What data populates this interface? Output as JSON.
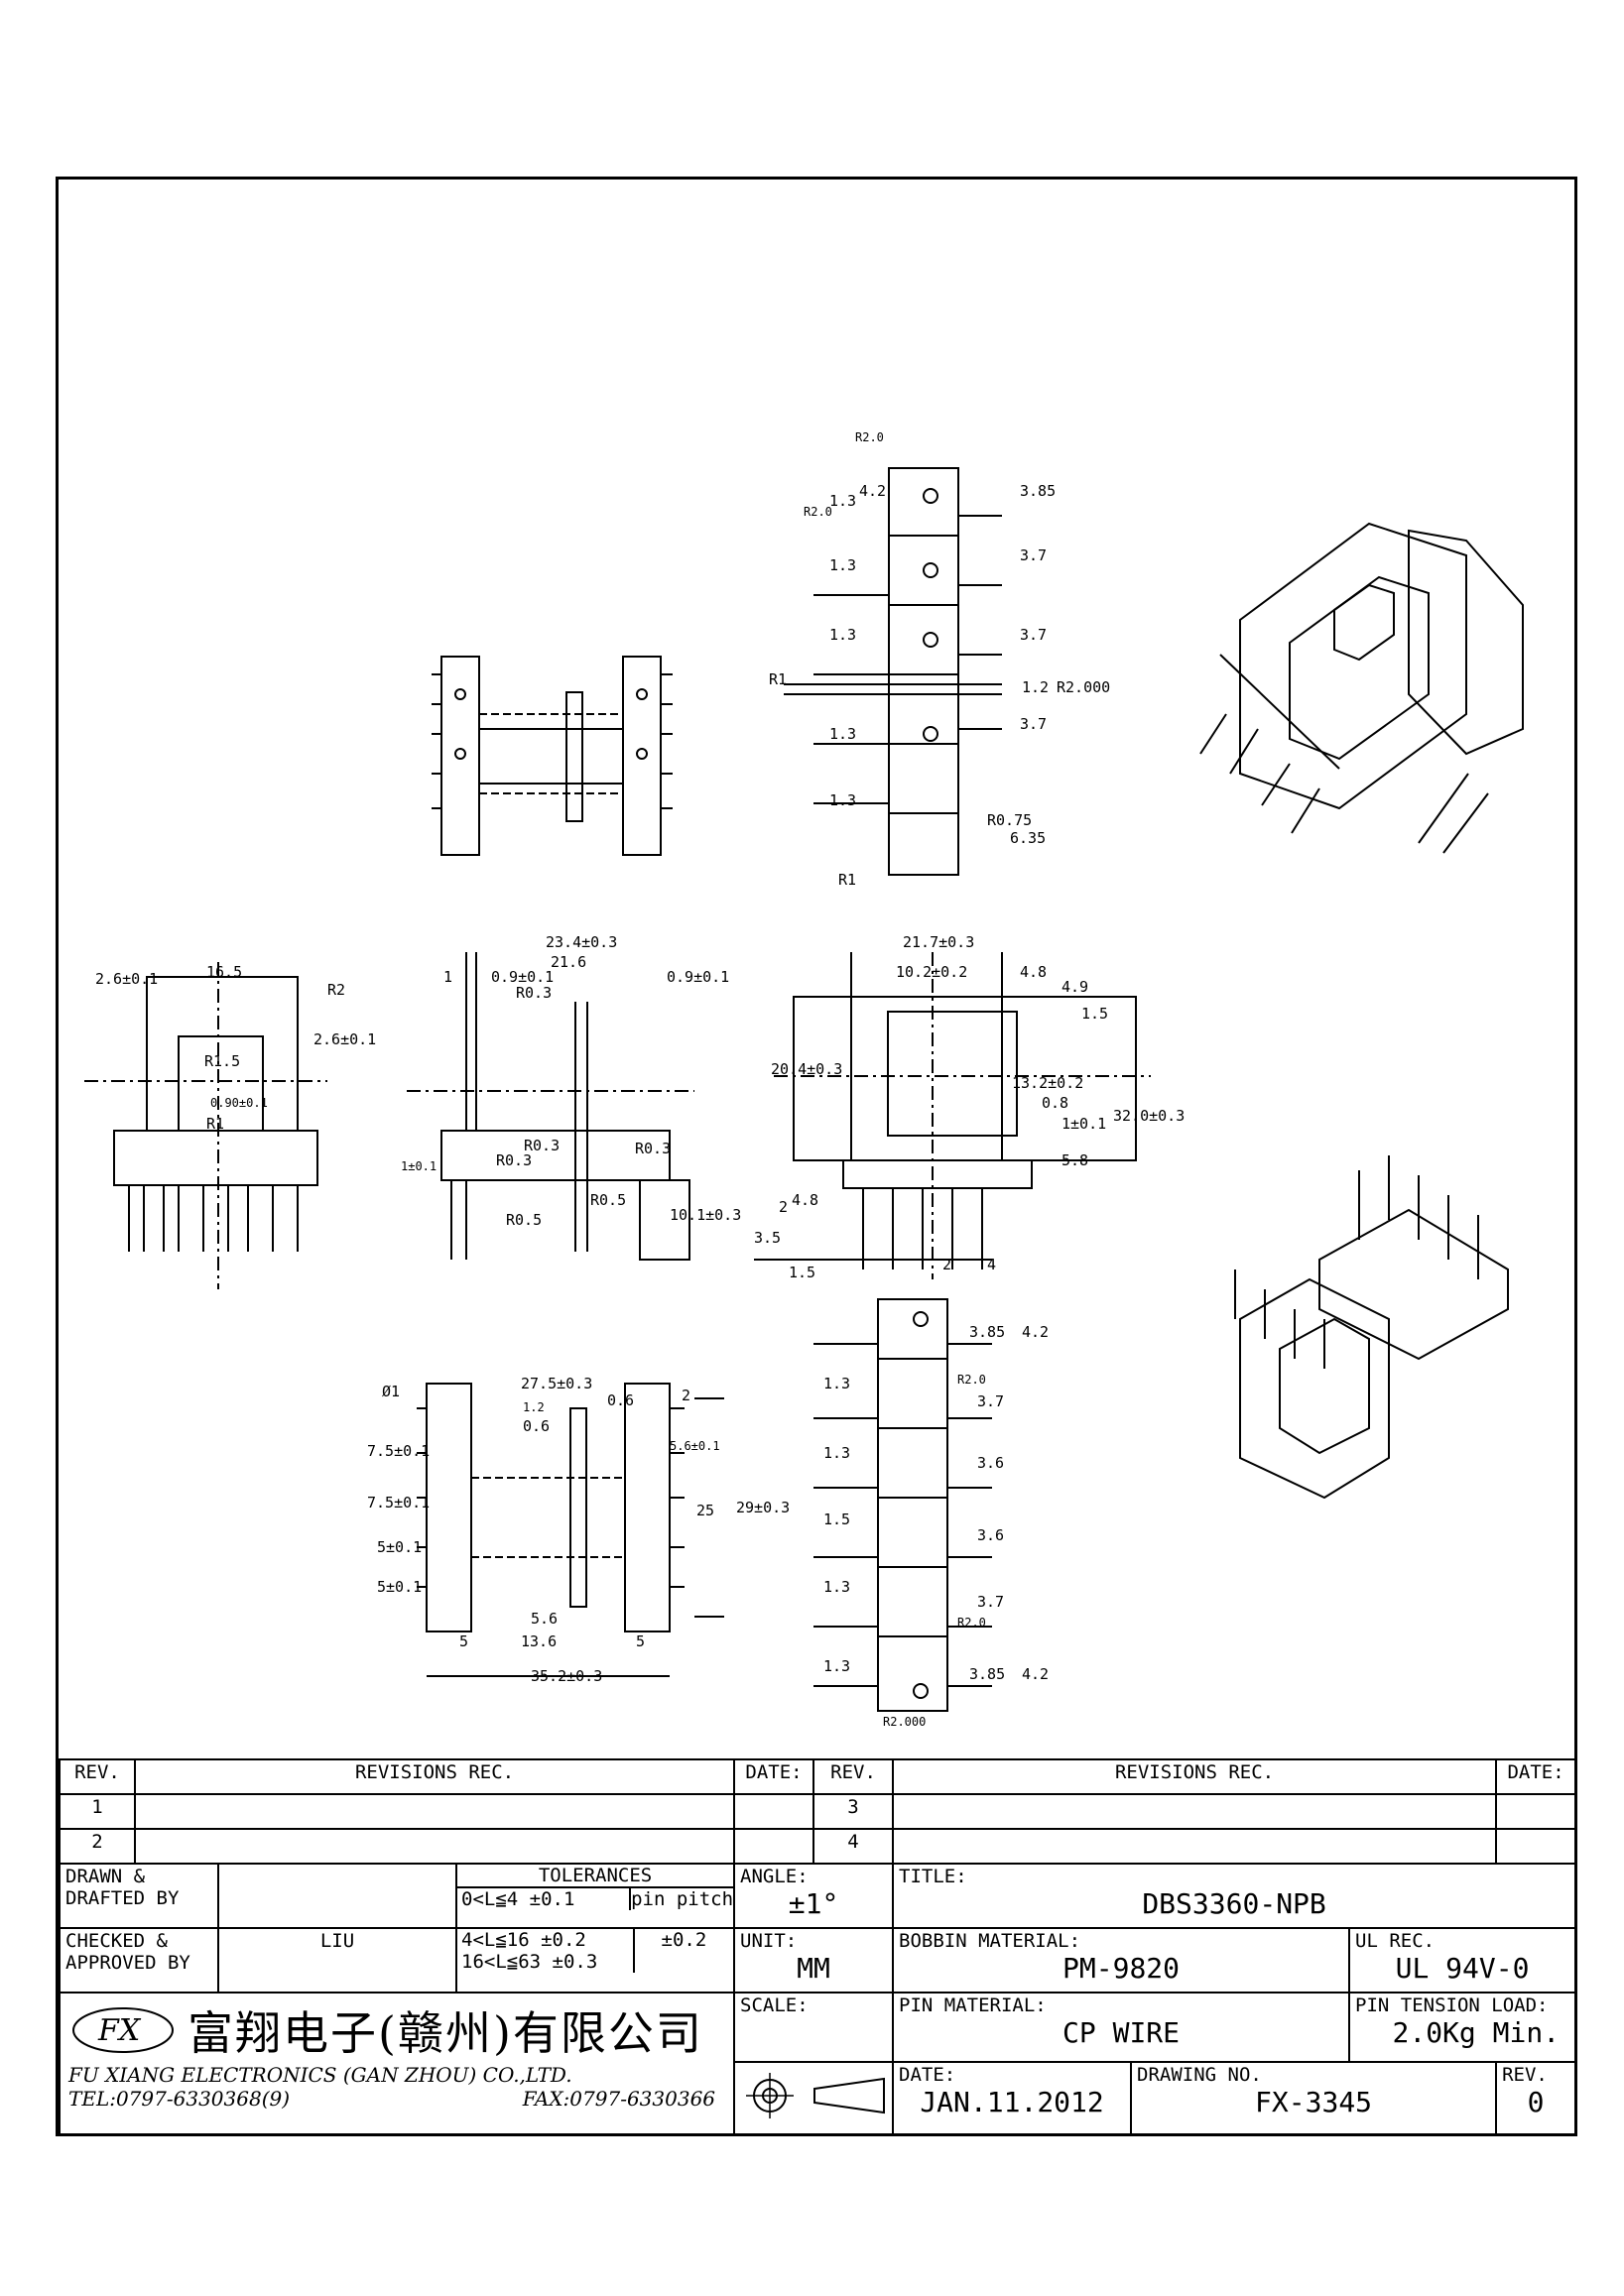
{
  "revisions": {
    "rev_header": "REV.",
    "rec_header": "REVISIONS  REC.",
    "date_header": "DATE:",
    "left_rows": [
      "1",
      "2"
    ],
    "right_rows": [
      "3",
      "4"
    ]
  },
  "title_block": {
    "drawn_label": "DRAWN &",
    "drafted_label": "DRAFTED BY",
    "checked_label": "CHECKED &",
    "approved_label": "APPROVED BY",
    "checked_by": "LIU",
    "tolerances_label": "TOLERANCES",
    "tolerance_rows": [
      {
        "range": "0<L≦4",
        "tol": "±0.1"
      },
      {
        "range": "4<L≦16",
        "tol": "±0.2"
      },
      {
        "range": "16<L≦63",
        "tol": "±0.3"
      }
    ],
    "pin_pitch_label": "pin pitch",
    "pin_pitch_tol": "±0.2",
    "angle_label": "ANGLE:",
    "angle_value": "±1°",
    "unit_label": "UNIT:",
    "unit_value": "MM",
    "scale_label": "SCALE:",
    "title_label": "TITLE:",
    "title_value": "DBS3360-NPB",
    "bobbin_label": "BOBBIN MATERIAL:",
    "bobbin_value": "PM-9820",
    "ul_label": "UL REC.",
    "ul_value": "UL 94V-0",
    "pin_material_label": "PIN MATERIAL:",
    "pin_material_value": "CP WIRE",
    "tension_label": "PIN TENSION LOAD:",
    "tension_value": "2.0Kg Min.",
    "date_label": "DATE:",
    "date_value": "JAN.11.2012",
    "drawing_no_label": "DRAWING NO.",
    "drawing_no_value": "FX-3345",
    "rev_label": "REV.",
    "rev_value": "0"
  },
  "company": {
    "name_zh": "富翔电子(赣州)有限公司",
    "name_en": "FU XIANG ELECTRONICS (GAN ZHOU) CO.,LTD.",
    "tel": "TEL:0797-6330368(9)",
    "fax": "FAX:0797-6330366"
  },
  "dimensions": {
    "top_pins": [
      "1.3",
      "4.2",
      "3.85",
      "1.3",
      "3.7",
      "1.3",
      "3.7",
      "R1",
      "1.2",
      "R2.000",
      "1.3",
      "3.7",
      "1.3",
      "R0.75",
      "6.35",
      "R1",
      "R2.0",
      "R2.0"
    ],
    "front": [
      "2.6±0.1",
      "16.5",
      "R2",
      "2.6±0.1",
      "R1.5",
      "0.90±0.1",
      "R1"
    ],
    "side": [
      "23.4±0.3",
      "21.6",
      "1",
      "0.9±0.1",
      "R0.3",
      "0.9±0.1",
      "R0.3",
      "R0.3",
      "R0.3",
      "R0.5",
      "R0.5",
      "10.1±0.3",
      "1±0.1"
    ],
    "end": [
      "21.7±0.3",
      "10.2±0.2",
      "4.8",
      "4.9",
      "1.5",
      "20.4±0.3",
      "13.2±0.2",
      "0.8",
      "1±0.1",
      "32.0±0.3",
      "5.8",
      "4.8",
      "2",
      "3.5",
      "1.5",
      "2",
      "4"
    ],
    "bottom": [
      "Ø1",
      "27.5±0.3",
      "0.6",
      "2",
      "1.2",
      "0.6",
      "5.6±0.1",
      "7.5±0.1",
      "7.5±0.1",
      "25",
      "29±0.3",
      "5±0.1",
      "5±0.1",
      "5.6",
      "5",
      "13.6",
      "5",
      "35.2±0.3"
    ],
    "bottom_pins": [
      "3.85",
      "4.2",
      "1.3",
      "R2.0",
      "3.7",
      "1.3",
      "3.6",
      "1.5",
      "3.6",
      "1.3",
      "3.7",
      "R2.0",
      "1.3",
      "3.85",
      "4.2",
      "R2.000"
    ]
  }
}
